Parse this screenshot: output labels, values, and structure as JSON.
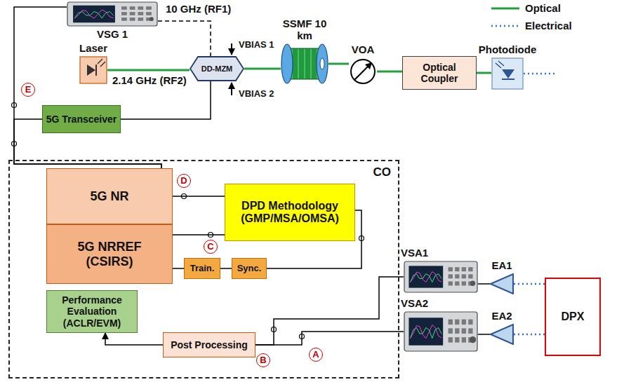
{
  "diagram": {
    "nodes": [
      {
        "text": [
          "VSG 1"
        ]
      },
      {
        "text": [
          "Laser"
        ]
      },
      {
        "text": [
          "DD-MZM"
        ]
      },
      {
        "text": [
          "SSMF 10 km"
        ]
      },
      {
        "text": [
          "VOA"
        ]
      },
      {
        "text": [
          "Optical Coupler"
        ]
      },
      {
        "text": [
          "Photodiode"
        ]
      },
      {
        "text": [
          "5G Transceiver"
        ]
      },
      {
        "text": [
          "CO"
        ]
      },
      {
        "text": [
          "5G NR"
        ],
        "in": 8
      },
      {
        "text": [
          "5G NRREF",
          "(CSIRS)"
        ],
        "in": 8
      },
      {
        "text": [
          "Performance Evaluation (ACLR/EVM)"
        ],
        "in": 8
      },
      {
        "text": [
          "DPD Methodology (GMP/MSA/OMSA)"
        ],
        "in": 8
      },
      {
        "text": [
          "Train."
        ],
        "in": 8
      },
      {
        "text": [
          "Sync."
        ],
        "in": 8
      },
      {
        "text": [
          "Post Processing"
        ],
        "in": 8
      },
      {
        "text": [
          "VSA1"
        ]
      },
      {
        "text": [
          "VSA2"
        ]
      },
      {
        "text": [
          "EA1"
        ]
      },
      {
        "text": [
          "EA2"
        ]
      },
      {
        "text": [
          "DPX"
        ]
      }
    ],
    "edges": [
      {
        "from": 1,
        "to": 2,
        "arrow": "none"
      },
      {
        "from": 0,
        "to": 2,
        "arrow": "none"
      },
      {
        "from": 7,
        "to": 2,
        "arrow": "none"
      },
      {
        "from": 2,
        "to": 3,
        "arrow": "none"
      },
      {
        "from": 3,
        "to": 4,
        "arrow": "none"
      },
      {
        "from": 4,
        "to": 5,
        "arrow": "none"
      },
      {
        "from": 5,
        "to": 6,
        "arrow": "none"
      },
      {
        "from": 9,
        "to": 0,
        "arrow": "none"
      },
      {
        "from": 9,
        "to": 7,
        "arrow": "none"
      },
      {
        "from": 9,
        "to": 12,
        "arrow": "none"
      },
      {
        "from": 10,
        "to": 12,
        "arrow": "none"
      },
      {
        "from": 12,
        "to": 14,
        "arrow": "none"
      },
      {
        "from": 14,
        "to": 13,
        "arrow": "none"
      },
      {
        "from": 13,
        "to": 10,
        "arrow": "none"
      },
      {
        "from": 20,
        "to": 18,
        "arrow": "none"
      },
      {
        "from": 20,
        "to": 19,
        "arrow": "none"
      },
      {
        "from": 18,
        "to": 16,
        "arrow": "none"
      },
      {
        "from": 19,
        "to": 17,
        "arrow": "none"
      },
      {
        "from": 16,
        "to": 15,
        "arrow": "none"
      },
      {
        "from": 17,
        "to": 15,
        "arrow": "none"
      },
      {
        "from": 15,
        "to": 11,
        "arrow": "to"
      }
    ],
    "labels": [
      "10 GHz (RF1)",
      "2.14 GHz (RF2)",
      "VBIAS 1",
      "VBIAS 2",
      "E",
      "D",
      "C",
      "B",
      "A"
    ],
    "legend": [
      {
        "text": "Optical"
      },
      {
        "text": "Electrical"
      }
    ]
  }
}
